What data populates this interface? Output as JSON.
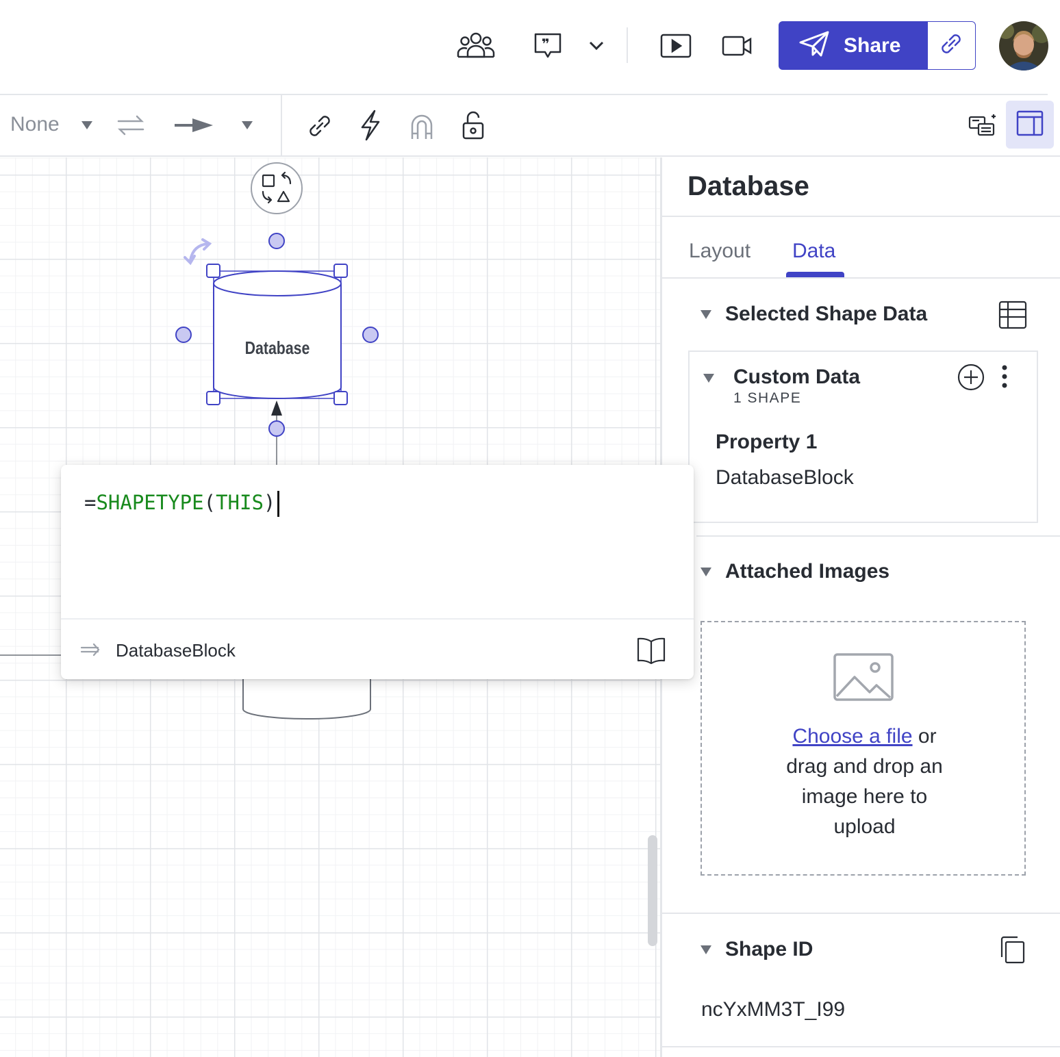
{
  "header": {
    "share_label": "Share",
    "icons": [
      "collaborators-icon",
      "comment-icon",
      "chevron-down-icon",
      "present-icon",
      "video-call-icon",
      "copy-link-icon"
    ]
  },
  "toolbar": {
    "line_style_value": "None",
    "icons": [
      "line-style-dropdown-icon",
      "swap-arrows-icon",
      "arrow-end-icon",
      "arrow-dropdown-icon",
      "link-icon",
      "action-bolt-icon",
      "magnet-icon",
      "unlock-icon",
      "shape-data-icon",
      "panel-layout-icon"
    ]
  },
  "canvas": {
    "selected_shape_label": "Database",
    "formula": {
      "equals": "=",
      "function": "SHAPETYPE",
      "open_paren": "(",
      "argument": "THIS",
      "close_paren": ")",
      "result": "DatabaseBlock"
    }
  },
  "panel": {
    "title": "Database",
    "tabs": [
      {
        "label": "Layout",
        "active": false
      },
      {
        "label": "Data",
        "active": true
      }
    ],
    "selected_shape_data": {
      "title": "Selected Shape Data",
      "custom_data": {
        "title": "Custom Data",
        "count": "1 SHAPE",
        "property_label": "Property 1",
        "property_value": "DatabaseBlock"
      }
    },
    "attached_images": {
      "title": "Attached Images",
      "choose_file": "Choose a file",
      "upload_or": " or",
      "upload_rest": "drag and drop an image here to upload"
    },
    "shape_id": {
      "title": "Shape ID",
      "value": "ncYxMM3T_I99"
    }
  },
  "colors": {
    "accent": "#4043c5",
    "formula_function": "#188a1d",
    "selection_handle": "#c9c9f2"
  }
}
